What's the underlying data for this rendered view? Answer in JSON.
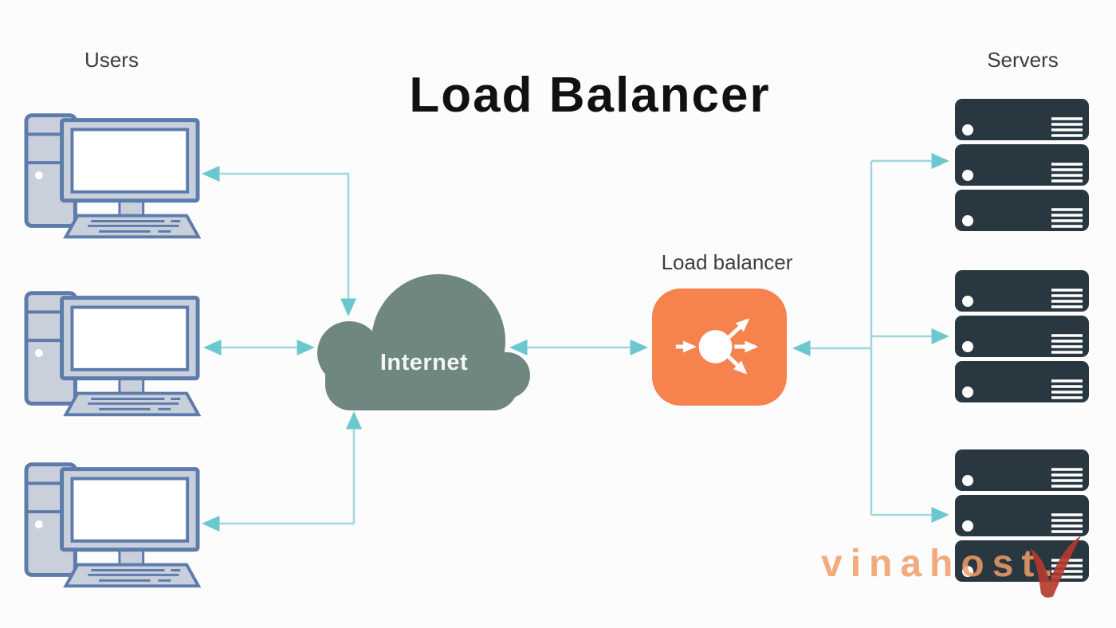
{
  "title": "Load Balancer",
  "sections": {
    "users": {
      "label": "Users",
      "computer_count": 3
    },
    "internet": {
      "label": "Internet"
    },
    "load_balancer": {
      "label": "Load balancer"
    },
    "servers": {
      "label": "Servers",
      "group_count": 3,
      "servers_per_group": 3
    }
  },
  "watermark": {
    "text": "vinahost."
  },
  "icons": {
    "user_node": "desktop-computer-icon",
    "internet_node": "cloud-icon",
    "load_balancer_node": "distribution-arrows-icon",
    "server_node": "server-rack-icon",
    "watermark_logo": "v-swoosh-icon"
  },
  "colors": {
    "background": "#fcfcfc",
    "arrow_line": "#9ed7d9",
    "arrow_head": "#6cc8cf",
    "cloud": "#6f8780",
    "server": "#293740",
    "computer_stroke": "#5d7cab",
    "computer_fill": "#c9cfdb",
    "lb_orange": "#f6824e",
    "label_text": "#3d3d3d",
    "title_text": "#111111",
    "watermark_orange": "#f09d68",
    "watermark_red": "#b43a2e"
  }
}
